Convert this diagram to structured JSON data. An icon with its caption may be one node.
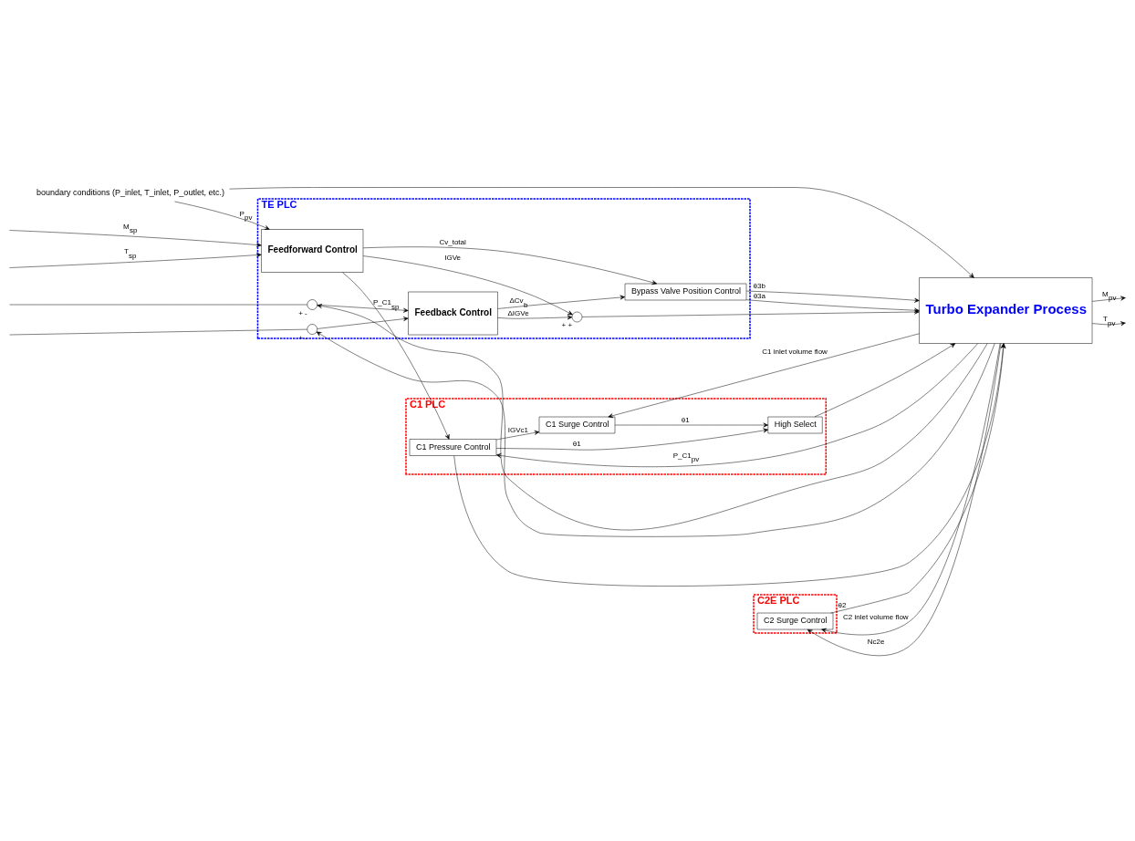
{
  "diagram": {
    "nodes": [
      {
        "text": [
          "C1 PLC"
        ]
      },
      {
        "text": [
          "C1 Pressure Control"
        ],
        "in": 0
      },
      {
        "text": [
          "High Select"
        ],
        "in": 0
      },
      {
        "text": [
          "C1 Surge Control"
        ],
        "in": 0
      },
      {
        "text": [
          "TE PLC"
        ]
      },
      {
        "text": [
          "Feedforward Control"
        ],
        "in": 4
      },
      {
        "text": [],
        "shape": "circle",
        "beside": [
          "+",
          "+"
        ],
        "in": 4
      },
      {
        "text": [
          "Bypass Valve Position Control"
        ],
        "in": 4
      },
      {
        "text": [],
        "shape": "circle",
        "beside": [
          "+",
          "-"
        ],
        "in": 4
      },
      {
        "text": [
          "Feedback Control"
        ],
        "in": 4
      },
      {
        "text": [],
        "shape": "circle",
        "beside": [
          "+",
          "-"
        ],
        "in": 4
      },
      {
        "text": [
          "C2E PLC"
        ]
      },
      {
        "text": [
          "C2 Surge Control"
        ],
        "in": 11
      },
      {
        "text": [
          "Turbo Expander Process"
        ]
      },
      {
        "text": [
          "boundary conditions (P_inlet, T_inlet, P_outlet, etc.)"
        ]
      }
    ],
    "edges": [
      {
        "from": null,
        "to": 5,
        "arrow": "to",
        "label": "M$_{sp}$"
      },
      {
        "from": null,
        "to": 8,
        "arrow": "none"
      },
      {
        "from": null,
        "to": 5,
        "arrow": "to",
        "label": "T$_{sp}$"
      },
      {
        "from": null,
        "to": 10,
        "arrow": "none"
      },
      {
        "from": 14,
        "to": 5,
        "arrow": "to",
        "label": "P$_{pv}$"
      },
      {
        "from": 5,
        "to": 1,
        "arrow": "to",
        "label": "P_C1$_{sp}$"
      },
      {
        "from": 5,
        "to": 6,
        "arrow": "to",
        "label": "IGVe"
      },
      {
        "from": 5,
        "to": 7,
        "arrow": "to",
        "label": "Cv_total"
      },
      {
        "from": 8,
        "to": 9,
        "arrow": "to"
      },
      {
        "from": 10,
        "to": 9,
        "arrow": "to"
      },
      {
        "from": 9,
        "to": 6,
        "arrow": "to",
        "label": "ΔIGVe"
      },
      {
        "from": 9,
        "to": 7,
        "arrow": "to",
        "label": "ΔCv$_{b}$"
      },
      {
        "from": 1,
        "to": 2,
        "arrow": "to",
        "label": "θ1"
      },
      {
        "from": 1,
        "to": 3,
        "arrow": "to",
        "label": "IGVc1"
      },
      {
        "from": 1,
        "to": 13,
        "arrow": "to"
      },
      {
        "from": 3,
        "to": 2,
        "arrow": "to",
        "label": "θ1"
      },
      {
        "from": 2,
        "to": 13,
        "arrow": "to"
      },
      {
        "from": 6,
        "to": 13,
        "arrow": "to"
      },
      {
        "from": 7,
        "to": 13,
        "arrow": "to",
        "label": "θ3a"
      },
      {
        "from": 7,
        "to": 13,
        "arrow": "to",
        "label": "θ3b"
      },
      {
        "from": 12,
        "to": 13,
        "arrow": "to",
        "label": "θ2"
      },
      {
        "from": 14,
        "to": 13,
        "arrow": "to"
      },
      {
        "from": 13,
        "to": 1,
        "arrow": "to",
        "label": "P_C1$_{pv}$"
      },
      {
        "from": 13,
        "to": 3,
        "arrow": "to",
        "label": "C1 inlet volume flow"
      },
      {
        "from": 13,
        "to": null,
        "arrow": "to",
        "label": "M$_{pv}$"
      },
      {
        "from": 13,
        "to": null,
        "arrow": "to",
        "label": "T$_{pv}$"
      },
      {
        "from": 13,
        "to": 8,
        "arrow": "to"
      },
      {
        "from": 13,
        "to": 10,
        "arrow": "to"
      },
      {
        "from": 13,
        "to": 12,
        "arrow": "to",
        "label": "C2 inlet volume flow"
      },
      {
        "from": 13,
        "to": 12,
        "arrow": "to",
        "label": "Nc2e"
      }
    ]
  }
}
